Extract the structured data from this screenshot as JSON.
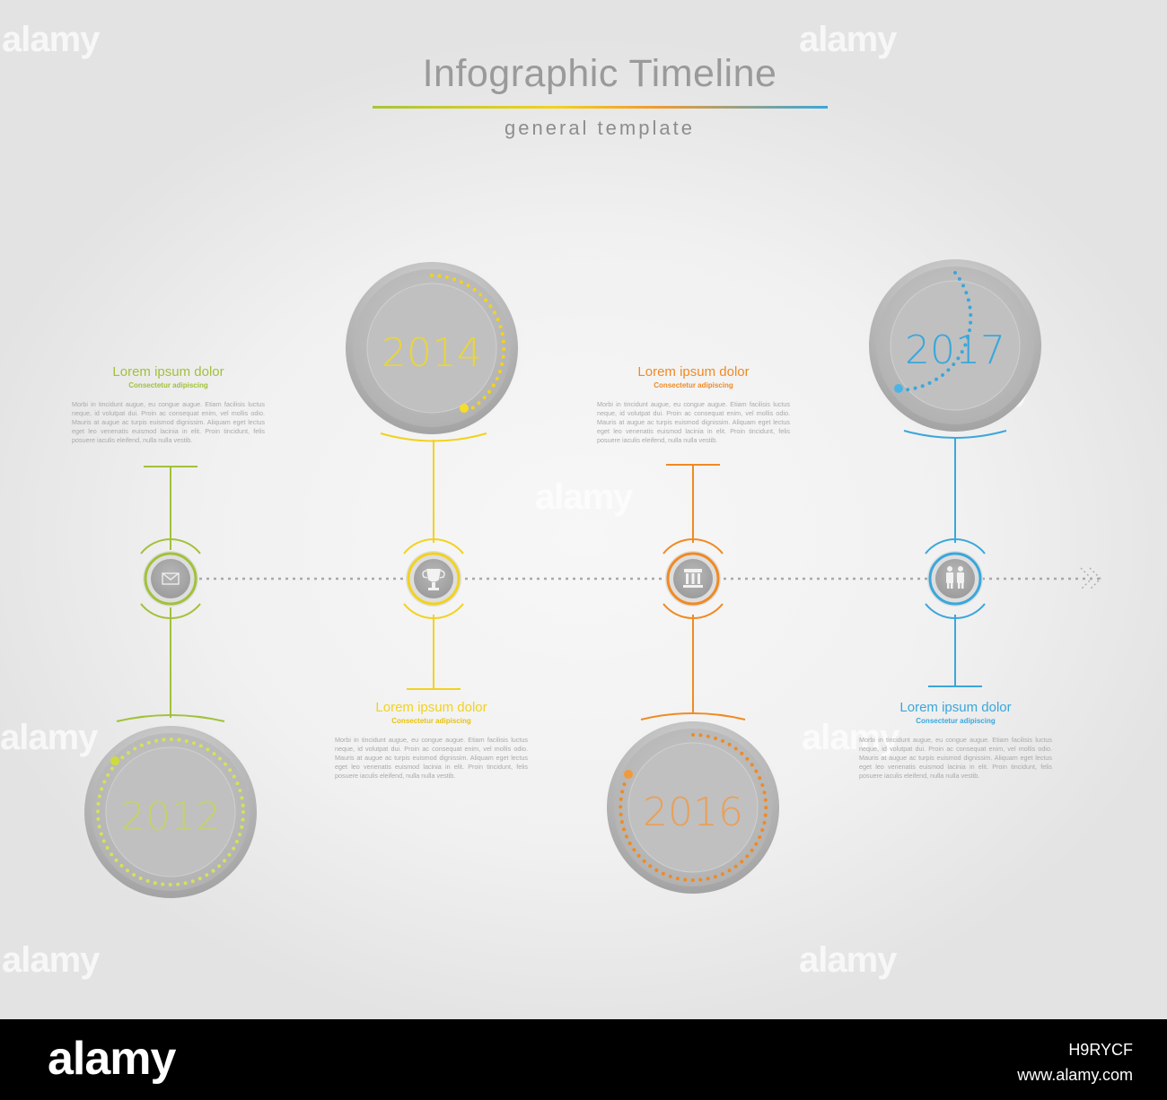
{
  "header": {
    "title": "Infographic Timeline",
    "subtitle": "general template"
  },
  "colors": {
    "green": "#a2c13b",
    "yellow": "#f2d21e",
    "orange": "#f08a23",
    "blue": "#3aa7db"
  },
  "events": [
    {
      "year": "2012",
      "icon": "envelope-icon",
      "color": "#a2c13b"
    },
    {
      "year": "2014",
      "icon": "trophy-icon",
      "color": "#f2d21e"
    },
    {
      "year": "2016",
      "icon": "building-icon",
      "color": "#f08a23"
    },
    {
      "year": "2017",
      "icon": "people-icon",
      "color": "#3aa7db"
    }
  ],
  "text_blocks": [
    {
      "heading": "Lorem ipsum dolor",
      "sub": "Consectetur adipiscing",
      "body": "Morbi in tincidunt augue, eu congue augue. Etiam facilisis luctus neque, id volutpat dui. Proin ac consequat enim, vel mollis odio. Mauris at augue ac turpis euismod dignissim. Aliquam eget lectus eget leo venenatis euismod lacinia in elit. Proin tincidunt, felis posuere iaculis eleifend, nulla nulla vestib."
    },
    {
      "heading": "Lorem ipsum dolor",
      "sub": "Consectetur adipiscing",
      "body": "Morbi in tincidunt augue, eu congue augue. Etiam facilisis luctus neque, id volutpat dui. Proin ac consequat enim, vel mollis odio. Mauris at augue ac turpis euismod dignissim. Aliquam eget lectus eget leo venenatis euismod lacinia in elit. Proin tincidunt, felis posuere iaculis eleifend, nulla nulla vestib."
    },
    {
      "heading": "Lorem ipsum dolor",
      "sub": "Consectetur adipiscing",
      "body": "Morbi in tincidunt augue, eu congue augue. Etiam facilisis luctus neque, id volutpat dui. Proin ac consequat enim, vel mollis odio. Mauris at augue ac turpis euismod dignissim. Aliquam eget lectus eget leo venenatis euismod lacinia in elit. Proin tincidunt, felis posuere iaculis eleifend, nulla nulla vestib."
    },
    {
      "heading": "Lorem ipsum dolor",
      "sub": "Consectetur adipiscing",
      "body": "Morbi in tincidunt augue, eu congue augue. Etiam facilisis luctus neque, id volutpat dui. Proin ac consequat enim, vel mollis odio. Mauris at augue ac turpis euismod dignissim. Aliquam eget lectus eget leo venenatis euismod lacinia in elit. Proin tincidunt, felis posuere iaculis eleifend, nulla nulla vestib."
    }
  ],
  "watermark": {
    "text": "alamy"
  },
  "footer": {
    "logo": "alamy",
    "image_id": "H9RYCF",
    "url": "www.alamy.com"
  }
}
